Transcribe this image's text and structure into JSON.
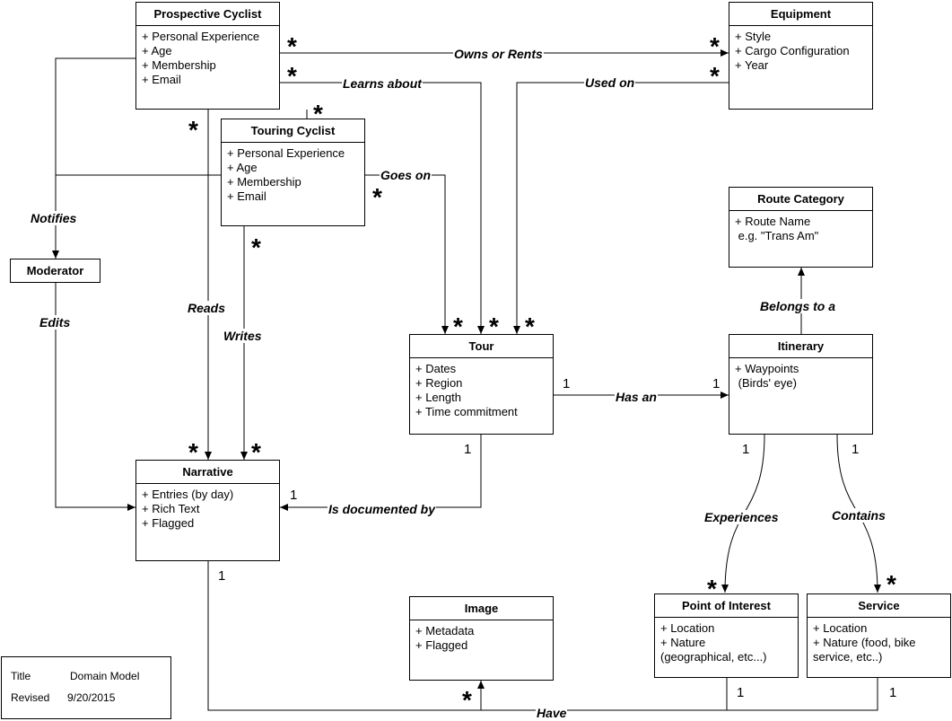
{
  "entities": {
    "prospective_cyclist": {
      "name": "Prospective Cyclist",
      "attrs": [
        "+ Personal Experience",
        "+ Age",
        "+ Membership",
        "+ Email"
      ]
    },
    "equipment": {
      "name": "Equipment",
      "attrs": [
        "+ Style",
        "+ Cargo Configuration",
        "+ Year"
      ]
    },
    "touring_cyclist": {
      "name": "Touring Cyclist",
      "attrs": [
        "+ Personal Experience",
        "+ Age",
        "+ Membership",
        "+ Email"
      ]
    },
    "route_category": {
      "name": "Route Category",
      "attrs": [
        "+ Route Name",
        " e.g. \"Trans Am\""
      ]
    },
    "moderator": {
      "name": "Moderator",
      "attrs": []
    },
    "tour": {
      "name": "Tour",
      "attrs": [
        "+ Dates",
        "+ Region",
        "+ Length",
        "+ Time commitment"
      ]
    },
    "itinerary": {
      "name": "Itinerary",
      "attrs": [
        "+ Waypoints",
        " (Birds' eye)"
      ]
    },
    "narrative": {
      "name": "Narrative",
      "attrs": [
        "+ Entries (by day)",
        "+ Rich Text",
        "+ Flagged"
      ]
    },
    "image": {
      "name": "Image",
      "attrs": [
        "+ Metadata",
        "+ Flagged"
      ]
    },
    "point_of_interest": {
      "name": "Point of Interest",
      "attrs": [
        "+ Location",
        "+ Nature",
        "(geographical, etc...)"
      ]
    },
    "service": {
      "name": "Service",
      "attrs": [
        "+ Location",
        "+ Nature (food, bike",
        "service, etc..)"
      ]
    }
  },
  "relations": {
    "owns_or_rents": "Owns or Rents",
    "learns_about": "Learns about",
    "used_on": "Used on",
    "goes_on": "Goes on",
    "notifies": "Notifies",
    "edits": "Edits",
    "reads": "Reads",
    "writes": "Writes",
    "belongs_to_a": "Belongs to a",
    "has_an": "Has an",
    "is_documented_by": "Is documented by",
    "experiences": "Experiences",
    "contains": "Contains",
    "have": "Have"
  },
  "multiplicity": {
    "many": "*",
    "one": "1"
  },
  "legend": {
    "title_label": "Title",
    "title_value": "Domain Model",
    "revised_label": "Revised",
    "revised_value": "9/20/2015"
  }
}
